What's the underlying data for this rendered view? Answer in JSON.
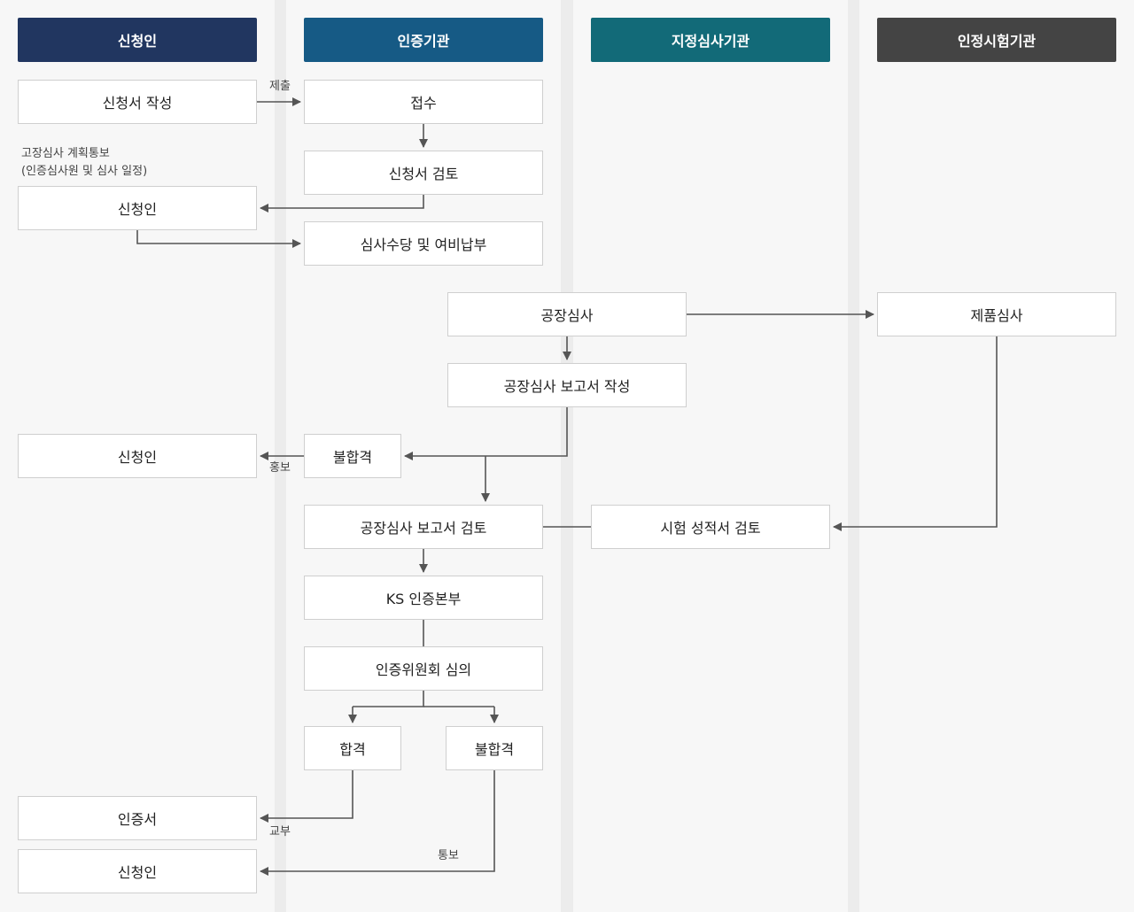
{
  "lanes": [
    {
      "label": "신청인",
      "color": "#213660"
    },
    {
      "label": "인증기관",
      "color": "#165a85"
    },
    {
      "label": "지정심사기관",
      "color": "#126a78"
    },
    {
      "label": "인정시험기관",
      "color": "#444444"
    }
  ],
  "nodes": {
    "application_write": "신청서 작성",
    "receipt": "접수",
    "application_review": "신청서 검토",
    "applicant_1": "신청인",
    "fee_payment": "심사수당 및 여비납부",
    "factory_audit": "공장심사",
    "product_test": "제품심사",
    "factory_report_write": "공장심사 보고서 작성",
    "applicant_2": "신청인",
    "fail_1": "불합격",
    "factory_report_review": "공장심사 보고서 검토",
    "test_report_review": "시험 성적서 검토",
    "ks_hq": "KS 인증본부",
    "committee": "인증위원회 심의",
    "pass": "합격",
    "fail_2": "불합격",
    "certificate": "인증서",
    "applicant_3": "신청인"
  },
  "notes": {
    "audit_plan_line1": "고장심사 계획통보",
    "audit_plan_line2": "(인증심사원 및 심사 일정)",
    "submit": "제출",
    "promote": "홍보",
    "issue": "교부",
    "notify": "통보"
  }
}
